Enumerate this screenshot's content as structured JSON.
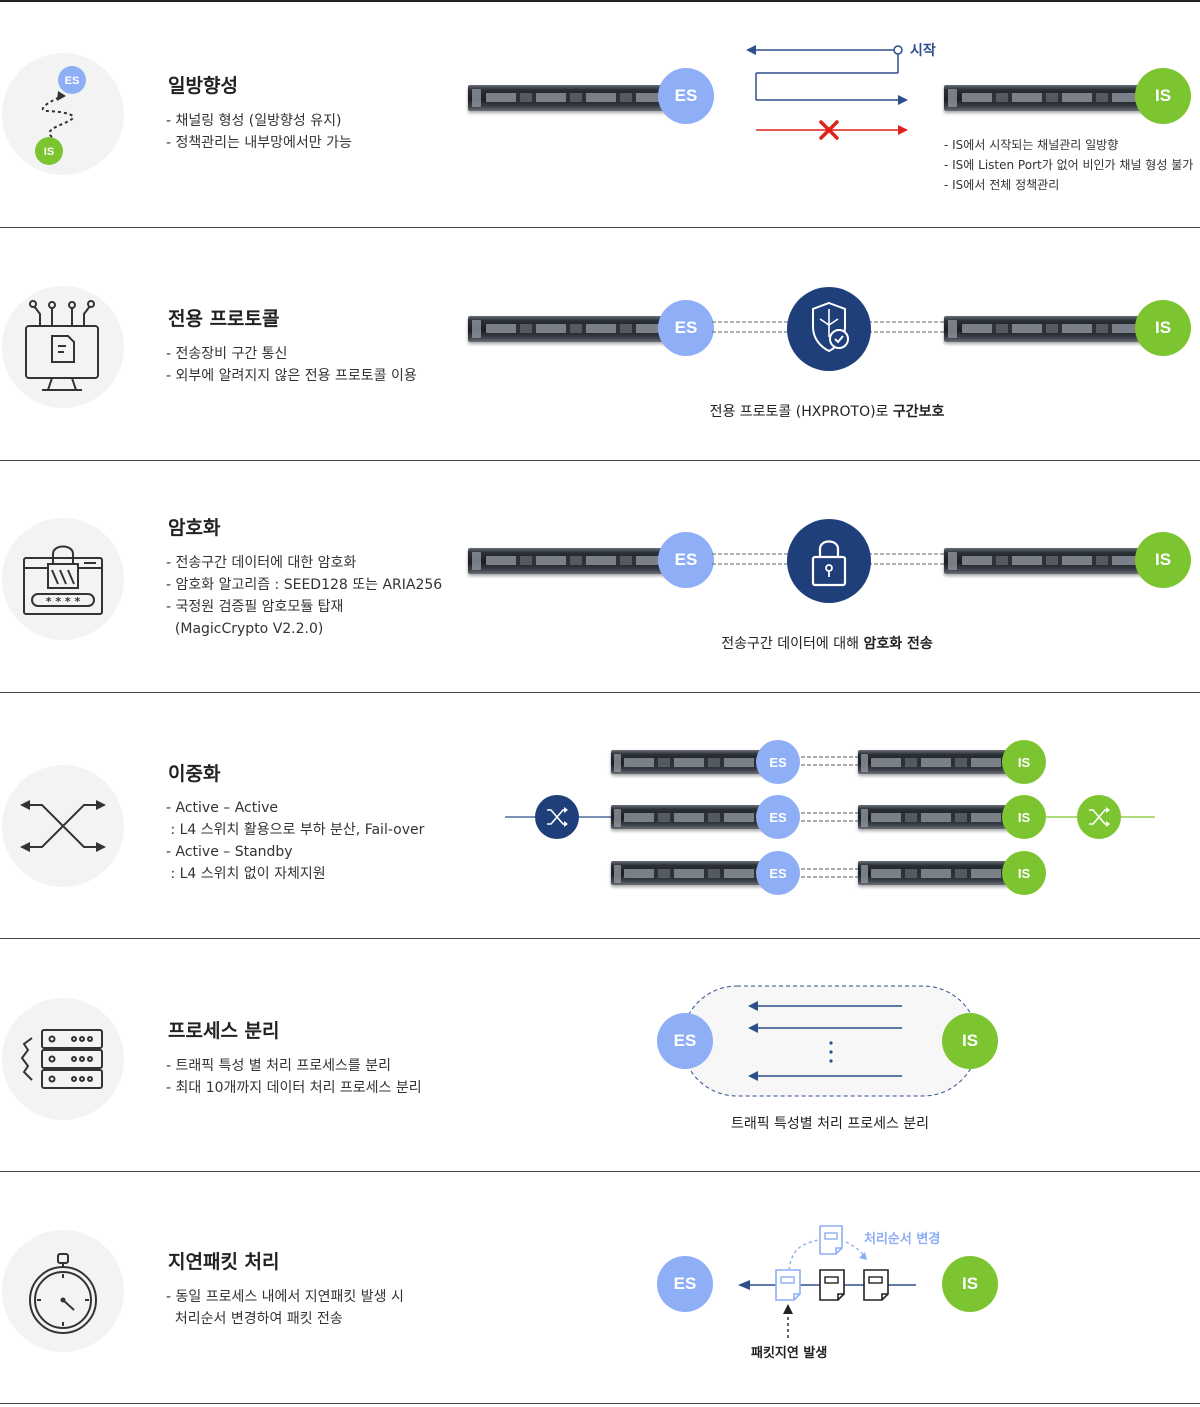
{
  "colors": {
    "es_node": "#8eaef5",
    "is_node": "#7cc531",
    "navy": "#1f3f7a",
    "arrow_blue": "#2d4f8c",
    "red": "#e0201a",
    "light_blue": "#8eaef5"
  },
  "node_labels": {
    "es": "ES",
    "is": "IS"
  },
  "rows": [
    {
      "icon": "direction-icon",
      "title": "일방향성",
      "desc": [
        "- 채널링 형성 (일방향성 유지)",
        "- 정책관리는 내부망에서만 가능"
      ],
      "start_label": "시작",
      "notes": [
        "- IS에서 시작되는 채널관리 일방향",
        "- IS에 Listen Port가 없어 비인가 채널 형성 불가",
        "- IS에서 전체 정책관리"
      ]
    },
    {
      "icon": "monitor-network-icon",
      "title": "전용 프로토콜",
      "desc": [
        "- 전송장비 구간 통신",
        "- 외부에 알려지지 않은 전용 프로토콜 이용"
      ],
      "caption_prefix": "전용 프로토콜 (HXPROTO)로 ",
      "caption_bold": "구간보호",
      "center_icon": "shield-check-icon"
    },
    {
      "icon": "lock-password-icon",
      "title": "암호화",
      "desc": [
        "- 전송구간 데이터에 대한 암호화",
        "- 암호화 알고리즘 : SEED128 또는 ARIA256",
        "- 국정원 검증필 암호모듈 탑재",
        "  (MagicCrypto V2.2.0)"
      ],
      "caption_prefix": "전송구간 데이터에 대해 ",
      "caption_bold": "암호화 전송",
      "center_icon": "padlock-icon"
    },
    {
      "icon": "crossing-arrows-icon",
      "title": "이중화",
      "desc": [
        "- Active – Active",
        " : L4 스위치 활용으로 부하 분산, Fail-over",
        "- Active – Standby",
        " : L4 스위치 없이 자체지원"
      ],
      "switch_icon": "shuffle-icon"
    },
    {
      "icon": "server-gear-icon",
      "title": "프로세스 분리",
      "desc": [
        "- 트래픽 특성 별 처리 프로세스를 분리",
        "- 최대 10개까지 데이터 처리 프로세스 분리"
      ],
      "caption": "트래픽 특성별 처리 프로세스 분리"
    },
    {
      "icon": "stopwatch-icon",
      "title": "지연패킷 처리",
      "desc": [
        "- 동일 프로세스 내에서 지연패킷 발생 시",
        "  처리순서 변경하여 패킷 전송"
      ],
      "reorder_label": "처리순서 변경",
      "delay_label": "패킷지연 발생"
    }
  ]
}
